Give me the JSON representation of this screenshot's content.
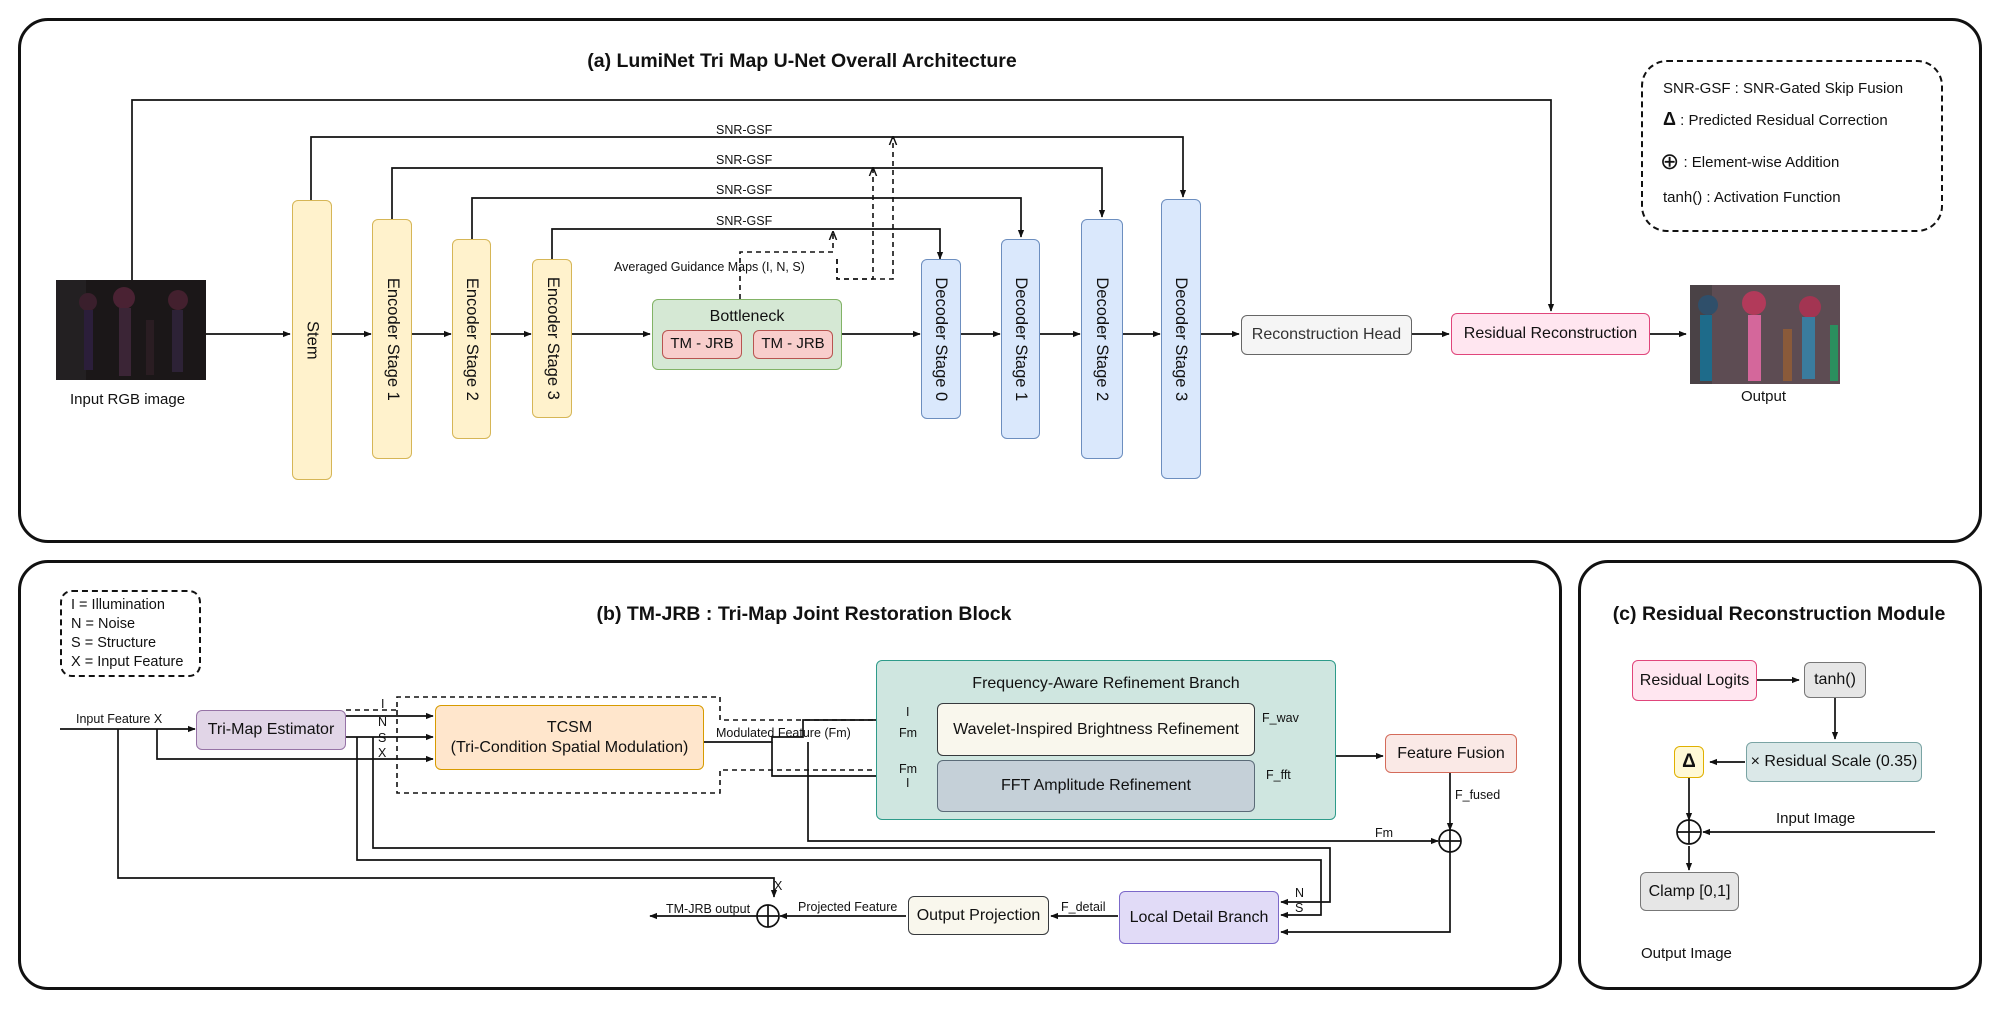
{
  "panel_a": {
    "title": "(a) LumiNet Tri Map U-Net Overall Architecture",
    "input_label": "Input RGB image",
    "output_label": "Output",
    "stem": "Stem",
    "encoders": [
      "Encoder Stage 1",
      "Encoder Stage 2",
      "Encoder Stage 3"
    ],
    "bottleneck": {
      "title": "Bottleneck",
      "blocks": [
        "TM - JRB",
        "TM - JRB"
      ]
    },
    "decoders": [
      "Decoder Stage 0",
      "Decoder Stage 1",
      "Decoder Stage 2",
      "Decoder Stage 3"
    ],
    "reconstruction_head": "Reconstruction Head",
    "residual_reconstruction": "Residual Reconstruction",
    "skip_label": "SNR-GSF",
    "guidance_label": "Averaged Guidance Maps (I, N, S)",
    "legend": [
      {
        "symbol": "",
        "text": "SNR-GSF : SNR-Gated Skip Fusion"
      },
      {
        "symbol": "Δ",
        "text": " : Predicted Residual Correction"
      },
      {
        "symbol": "⊕",
        "text": " : Element-wise Addition"
      },
      {
        "symbol": "",
        "text": "tanh() : Activation Function"
      }
    ]
  },
  "panel_b": {
    "title": "(b) TM-JRB : Tri-Map Joint Restoration Block",
    "legend": [
      "I = Illumination",
      "N = Noise",
      "S = Structure",
      "X = Input Feature"
    ],
    "input_label": "Input Feature X",
    "tri_map_estimator": "Tri-Map Estimator",
    "map_letters": [
      "I",
      "N",
      "S",
      "X"
    ],
    "tcsm_line1": "TCSM",
    "tcsm_line2": "(Tri-Condition Spatial Modulation)",
    "modulated_label": "Modulated Feature (Fm)",
    "freq_branch_title": "Frequency-Aware Refinement Branch",
    "wavelet": "Wavelet-Inspired Brightness Refinement",
    "fft": "FFT Amplitude Refinement",
    "wav_in_I": "I",
    "wav_in_Fm": "Fm",
    "fft_in_Fm": "Fm",
    "fft_in_I": "I",
    "f_wav": "F_wav",
    "f_fft": "F_fft",
    "feature_fusion": "Feature Fusion",
    "f_fused": "F_fused",
    "fm_label": "Fm",
    "local_detail": "Local Detail Branch",
    "ld_in_N": "N",
    "ld_in_S": "S",
    "f_detail": "F_detail",
    "output_projection": "Output Projection",
    "projected_feature": "Projected Feature",
    "x_label": "X",
    "output_label": "TM-JRB output"
  },
  "panel_c": {
    "title": "(c) Residual Reconstruction Module",
    "residual_logits": "Residual Logits",
    "tanh": "tanh()",
    "residual_scale": "× Residual Scale (0.35)",
    "delta": "Δ",
    "input_image": "Input Image",
    "clamp": "Clamp [0,1]",
    "output_image": "Output Image"
  },
  "colors": {
    "yellow_fill": "#fff2cc",
    "yellow_border": "#d6b656",
    "blue_fill": "#dae8fc",
    "blue_border": "#6c8ebf",
    "green_fill": "#d5e8d4",
    "green_border": "#82b366",
    "red_fill": "#f8cecc",
    "red_border": "#b85450",
    "pink_fill": "#ffe6f0",
    "pink_border": "#e0457b",
    "purple_fill": "#e1d5e7",
    "purple_border": "#9673a6",
    "orange_fill": "#ffe6cc",
    "orange_border": "#d79b00",
    "teal_fill": "#cfe6e0",
    "teal_border": "#2e9b8a",
    "gray_fill": "#f5f5f5",
    "gray_border": "#666666",
    "slate_fill": "#c5d0d8",
    "slate_border": "#5b6b78",
    "cream_fill": "#f9f7ed",
    "cream_border": "#36393d",
    "scale_fill": "#dbe8e8",
    "scale_border": "#7aa4a4",
    "delta_fill": "#fff9d6",
    "delta_border": "#e0b000"
  }
}
